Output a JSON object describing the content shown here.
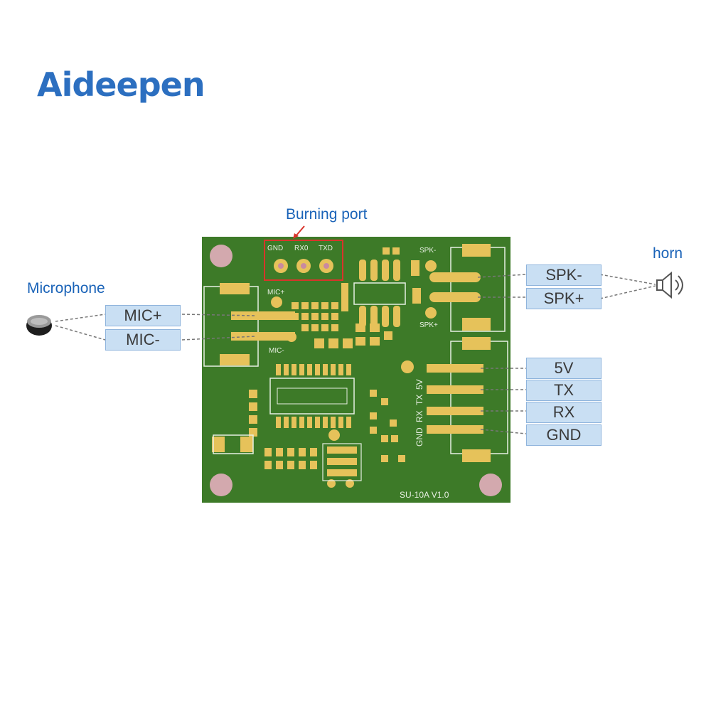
{
  "brand": {
    "logo_text": "Aideepen"
  },
  "annotations": {
    "burning_port": "Burning port",
    "microphone": "Microphone",
    "horn": "horn"
  },
  "pins_left": [
    "MIC+",
    "MIC-"
  ],
  "pins_right_top": [
    "SPK-",
    "SPK+"
  ],
  "pins_right_bottom": [
    "5V",
    "TX",
    "RX",
    "GND"
  ],
  "board": {
    "silkscreen": {
      "burn_header": [
        "GND",
        "RX0",
        "TXD"
      ],
      "mic_plus": "MIC+",
      "mic_minus": "MIC-",
      "spk_minus": "SPK-",
      "spk_plus": "SPK+",
      "power_header": [
        "GND",
        "RX",
        "TX",
        "5V"
      ],
      "version": "SU-10A V1.0"
    },
    "colors": {
      "pcb": "#3d7a28",
      "pad": "#e6c25a",
      "mount_hole": "#d3a9ae",
      "accent_red": "#d9342b",
      "label_blue": "#1a63b8"
    }
  }
}
